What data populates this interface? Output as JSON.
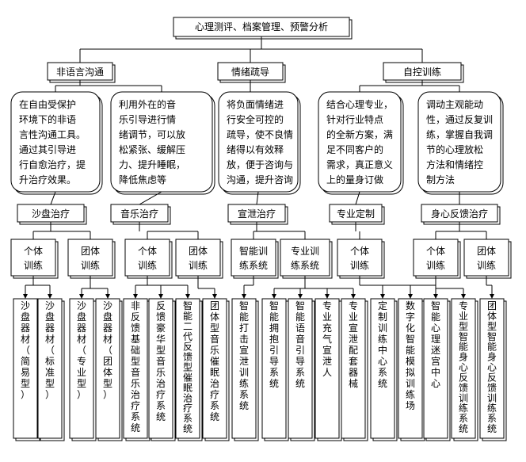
{
  "title": "心理测评、档案管理、预警分析",
  "categories": [
    {
      "id": "c1",
      "label": "非语言沟通",
      "desc": [
        "在自由受保护",
        "环境下的非语",
        "言性沟通工具。",
        "通过其引导进",
        "行自愈治疗，提",
        "升治疗效果。"
      ]
    },
    {
      "id": "c2",
      "label": "情绪疏导",
      "desc": []
    },
    {
      "id": "c3",
      "label": "自控训练",
      "desc": []
    }
  ],
  "desc_boxes": [
    {
      "id": "d1",
      "lines": [
        "在自由受保护",
        "环境下的非语",
        "言性沟通工具。",
        "通过其引导进",
        "行自愈治疗，提",
        "升治疗效果。"
      ]
    },
    {
      "id": "d2",
      "lines": [
        "利用外在的音",
        "乐引导进行情",
        "绪调节，可以放",
        "松紧张、缓解压",
        "力、提升睡眠，",
        "降低焦虑等"
      ]
    },
    {
      "id": "d3",
      "lines": [
        "将负面情绪进",
        "行安全可控的",
        "疏导，使不良情",
        "绪得以有效释",
        "放，便于咨询与",
        "沟通，提升咨询"
      ]
    },
    {
      "id": "d4",
      "lines": [
        "结合心理专业，",
        "针对行业特点",
        "的全新方案，满",
        "足不同客户的",
        "需求，真正意义",
        "上的量身订做"
      ]
    },
    {
      "id": "d5",
      "lines": [
        "调动主观能动",
        "性，通过反复训",
        "练，掌握自我调",
        "节的心理放松",
        "方法和情绪控",
        "制方法"
      ]
    }
  ],
  "therapies": [
    {
      "id": "t1",
      "label": "沙盘治疗"
    },
    {
      "id": "t2",
      "label": "音乐治疗"
    },
    {
      "id": "t3",
      "label": "宣泄治疗"
    },
    {
      "id": "t4",
      "label": "专业定制"
    },
    {
      "id": "t5",
      "label": "身心反馈治疗"
    }
  ],
  "trainings": [
    {
      "id": "g1",
      "lines": [
        "个体",
        "训练"
      ]
    },
    {
      "id": "g2",
      "lines": [
        "团体",
        "训练"
      ]
    },
    {
      "id": "g3",
      "lines": [
        "个体",
        "训练"
      ]
    },
    {
      "id": "g4",
      "lines": [
        "团体",
        "训练"
      ]
    },
    {
      "id": "g5",
      "lines": [
        "智能训",
        "练系统"
      ]
    },
    {
      "id": "g6",
      "lines": [
        "专业训",
        "练系统"
      ]
    },
    {
      "id": "g7",
      "lines": [
        "个体",
        "训练"
      ]
    },
    {
      "id": "g8",
      "lines": [
        "个体",
        "训练"
      ]
    },
    {
      "id": "g9",
      "lines": [
        "团体",
        "训练"
      ]
    }
  ],
  "leaves": [
    {
      "id": "l1",
      "text": "沙盘器材（简易型）"
    },
    {
      "id": "l2",
      "text": "沙盘器材（标准型）"
    },
    {
      "id": "l3",
      "text": "沙盘器材（专业型）"
    },
    {
      "id": "l4",
      "text": "沙盘器材（团体型）"
    },
    {
      "id": "l5",
      "text": "非反馈基础型音乐治疗系统"
    },
    {
      "id": "l6",
      "text": "反馈豪华型音乐治疗系统"
    },
    {
      "id": "l7",
      "text": "智能二代反馈型催眠治疗系统"
    },
    {
      "id": "l8",
      "text": "团体型音乐催眠治疗系统"
    },
    {
      "id": "l9",
      "text": "智能打击宣泄训练系统"
    },
    {
      "id": "l10",
      "text": "智能拥抱引导系统"
    },
    {
      "id": "l11",
      "text": "智能语音引导系统"
    },
    {
      "id": "l12",
      "text": "专业充气宣泄人"
    },
    {
      "id": "l13",
      "text": "专业宣泄配套器械"
    },
    {
      "id": "l14",
      "text": "定制训练中心系统"
    },
    {
      "id": "l15",
      "text": "数字化智能模拟训练场"
    },
    {
      "id": "l16",
      "text": "智能心理迷宫中心"
    },
    {
      "id": "l17",
      "text": "专业型智能身心反馈训练系统"
    },
    {
      "id": "l18",
      "text": "团体型智能身心反馈训练系统"
    }
  ]
}
